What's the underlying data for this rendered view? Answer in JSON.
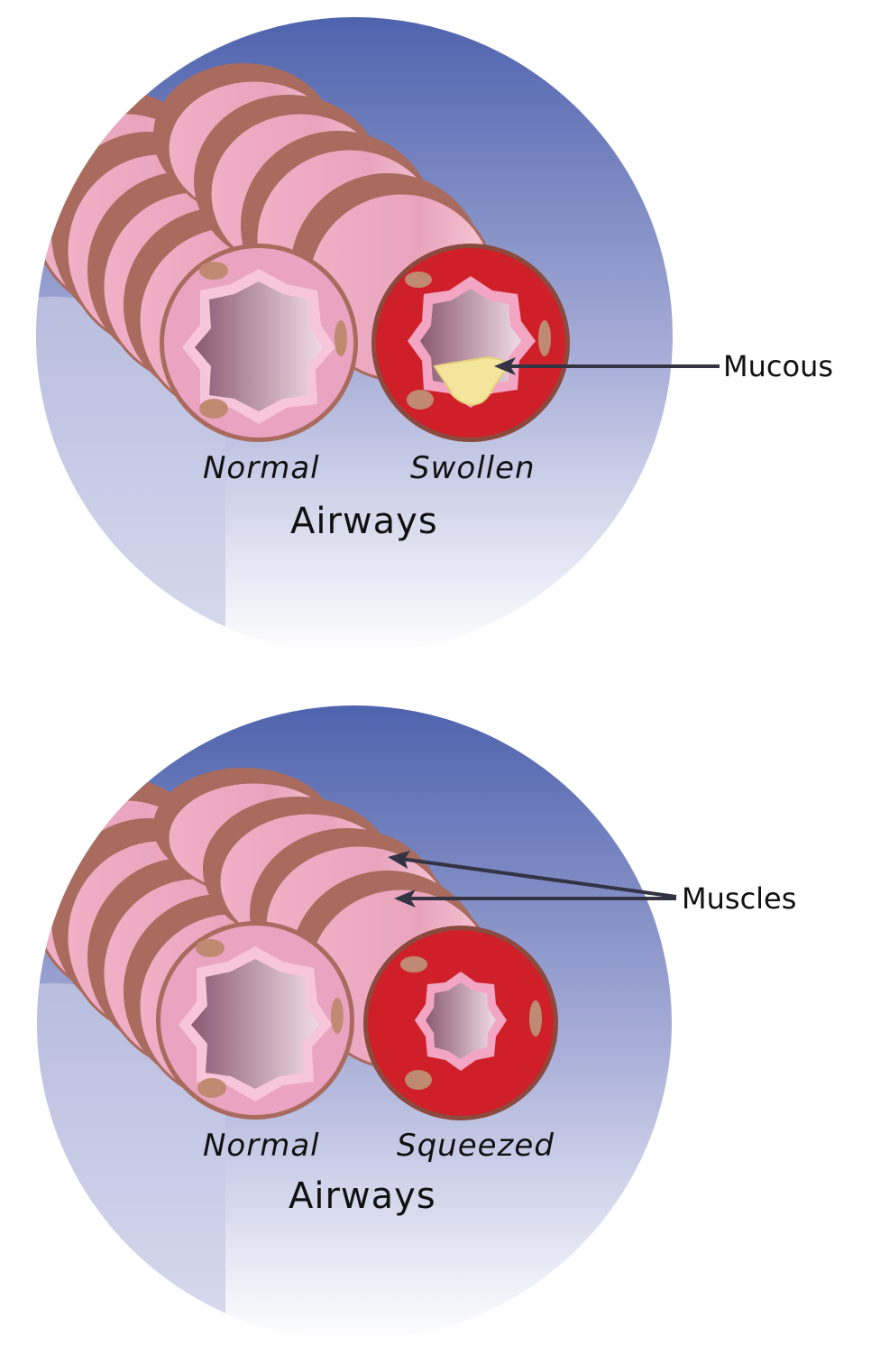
{
  "panels": [
    {
      "normal_label": "Normal",
      "affected_label": "Swollen",
      "title": "Airways",
      "callout": "Mucous"
    },
    {
      "normal_label": "Normal",
      "affected_label": "Squeezed",
      "title": "Airways",
      "callout": "Muscles"
    }
  ],
  "colors": {
    "sky_top": "#4f63ad",
    "sky_bottom": "#ffffff",
    "tissue_pink": "#e9a2bd",
    "muscle_band": "#a86b5e",
    "swollen_red": "#cf2029",
    "mucous_yellow": "#f4e59c",
    "lumen_dark": "#8e5f75",
    "arrow": "#333344"
  }
}
